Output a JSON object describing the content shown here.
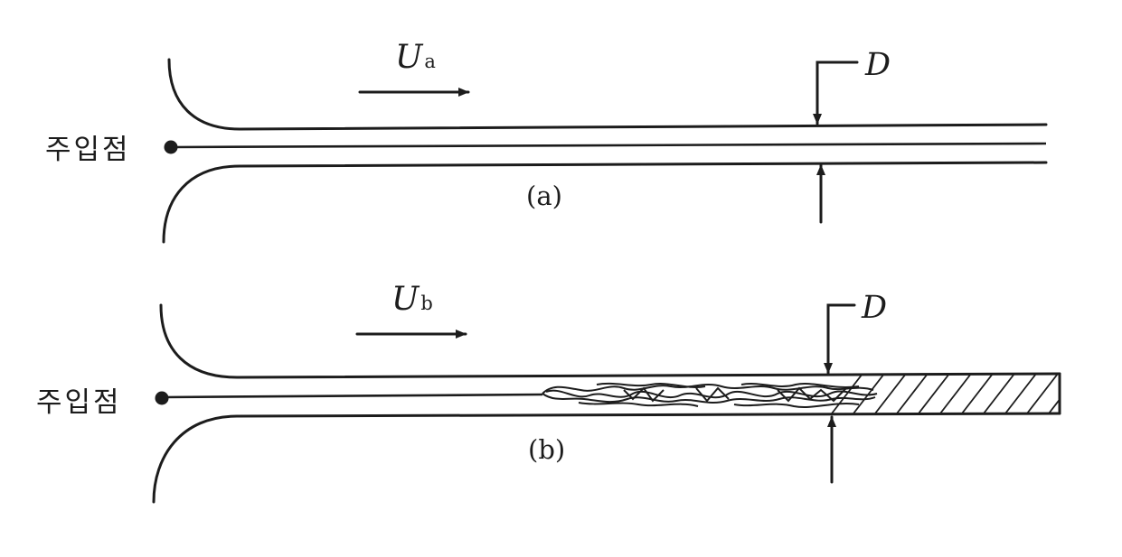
{
  "diagram": {
    "panel_a": {
      "injection_label": "주입점",
      "velocity_symbol": "U",
      "velocity_subscript": "a",
      "dimension_label": "D",
      "caption": "(a)"
    },
    "panel_b": {
      "injection_label": "주입점",
      "velocity_symbol": "U",
      "velocity_subscript": "b",
      "dimension_label": "D",
      "caption": "(b)"
    },
    "colors": {
      "ink": "#1c1c1c",
      "background": "#ffffff"
    }
  }
}
